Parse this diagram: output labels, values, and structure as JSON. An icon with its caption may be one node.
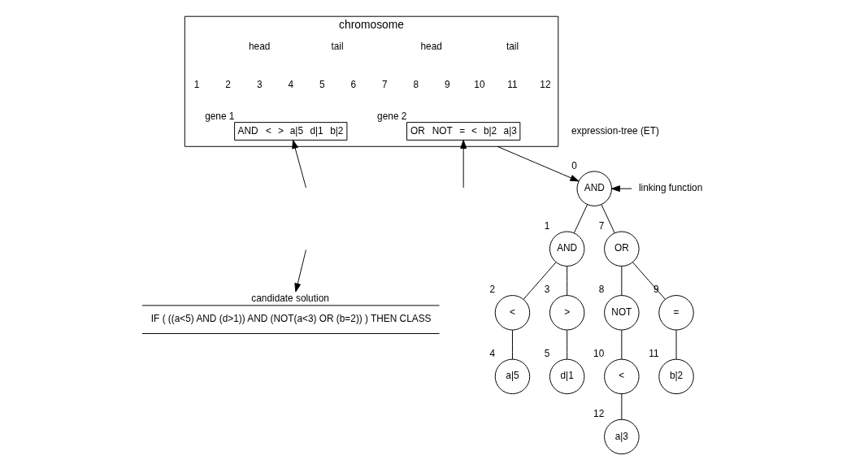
{
  "diagram": {
    "nodes": [
      {
        "text": [
          "chromosome"
        ]
      },
      {
        "text": [
          "AND",
          "<",
          ">",
          "a|5",
          "d|1",
          "b|2"
        ],
        "beside": [
          "gene 1"
        ],
        "in": 0
      },
      {
        "text": [
          "OR",
          "NOT",
          "=",
          "<",
          "b|2",
          "a|3"
        ],
        "beside": [
          "gene 2"
        ],
        "in": 0
      },
      {
        "text": [
          "candidate solution",
          "IF ( ((a<5) AND (d>1)) AND (NOT(a<3) OR (b=2)) ) THEN CLASS"
        ]
      },
      {
        "text": [
          "AND"
        ],
        "beside": [
          "0"
        ]
      },
      {
        "text": [
          "AND"
        ],
        "beside": [
          "1"
        ]
      },
      {
        "text": [
          "OR"
        ],
        "beside": [
          "7"
        ]
      },
      {
        "text": [
          "<"
        ],
        "beside": [
          "2"
        ]
      },
      {
        "text": [
          ">"
        ],
        "beside": [
          "3"
        ]
      },
      {
        "text": [
          "NOT"
        ],
        "beside": [
          "8"
        ]
      },
      {
        "text": [
          "="
        ],
        "beside": [
          "9"
        ]
      },
      {
        "text": [
          "a|5"
        ],
        "beside": [
          "4"
        ]
      },
      {
        "text": [
          "d|1"
        ],
        "beside": [
          "5"
        ]
      },
      {
        "text": [
          "<"
        ],
        "beside": [
          "10"
        ]
      },
      {
        "text": [
          "b|2"
        ],
        "beside": [
          "11"
        ]
      },
      {
        "text": [
          "a|3"
        ],
        "beside": [
          "12"
        ]
      },
      {
        "text": [
          "linking function"
        ]
      }
    ],
    "edges": [
      {
        "from": null,
        "to": 1,
        "arrow": "to"
      },
      {
        "from": null,
        "to": 2,
        "arrow": "to"
      },
      {
        "from": 0,
        "to": 4,
        "arrow": "to"
      },
      {
        "from": 16,
        "to": 4,
        "arrow": "to"
      },
      {
        "from": 4,
        "to": 5,
        "arrow": "none"
      },
      {
        "from": 4,
        "to": 6,
        "arrow": "none"
      },
      {
        "from": 5,
        "to": 7,
        "arrow": "none"
      },
      {
        "from": 5,
        "to": 8,
        "arrow": "none"
      },
      {
        "from": 6,
        "to": 9,
        "arrow": "none"
      },
      {
        "from": 6,
        "to": 10,
        "arrow": "none"
      },
      {
        "from": 7,
        "to": 11,
        "arrow": "none"
      },
      {
        "from": 8,
        "to": 12,
        "arrow": "none"
      },
      {
        "from": 9,
        "to": 13,
        "arrow": "none"
      },
      {
        "from": 10,
        "to": 14,
        "arrow": "none"
      },
      {
        "from": 13,
        "to": 15,
        "arrow": "none"
      },
      {
        "from": null,
        "to": 3,
        "arrow": "to"
      }
    ],
    "labels": [
      "head",
      "tail",
      "head",
      "tail",
      "1",
      "2",
      "3",
      "4",
      "5",
      "6",
      "7",
      "8",
      "9",
      "10",
      "11",
      "12",
      "expression-tree (ET)"
    ]
  }
}
